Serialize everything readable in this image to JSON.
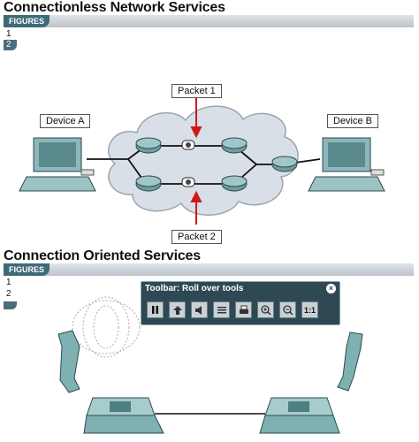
{
  "top": {
    "title": "Connectionless Network Services",
    "figures_label": "FIGURES",
    "figures": [
      "1",
      "2"
    ],
    "device_a": "Device A",
    "device_b": "Device B",
    "packet_1": "Packet 1",
    "packet_2": "Packet 2"
  },
  "bottom": {
    "title": "Connection Oriented Services",
    "figures_label": "FIGURES",
    "figures": [
      "1",
      "2"
    ]
  },
  "toolbar": {
    "title": "Toolbar: Roll over tools",
    "close_icon": "close-icon",
    "tools": [
      {
        "name": "pause-icon",
        "glyph": "❚❚"
      },
      {
        "name": "step-icon",
        "glyph": "⇞"
      },
      {
        "name": "speaker-icon",
        "glyph": "🔈"
      },
      {
        "name": "text-icon",
        "glyph": "☰"
      },
      {
        "name": "print-icon",
        "glyph": "▭"
      },
      {
        "name": "zoom-in-icon",
        "glyph": "⊕"
      },
      {
        "name": "zoom-out-icon",
        "glyph": "⊖"
      },
      {
        "name": "actual-size-icon",
        "glyph": "1:1"
      }
    ]
  },
  "colors": {
    "tab": "#3f6a78",
    "toolbar_bg": "#2e4954",
    "cloud": "#d6dde4",
    "device": "#6f9ca0",
    "arrow": "#cc1a1a"
  }
}
